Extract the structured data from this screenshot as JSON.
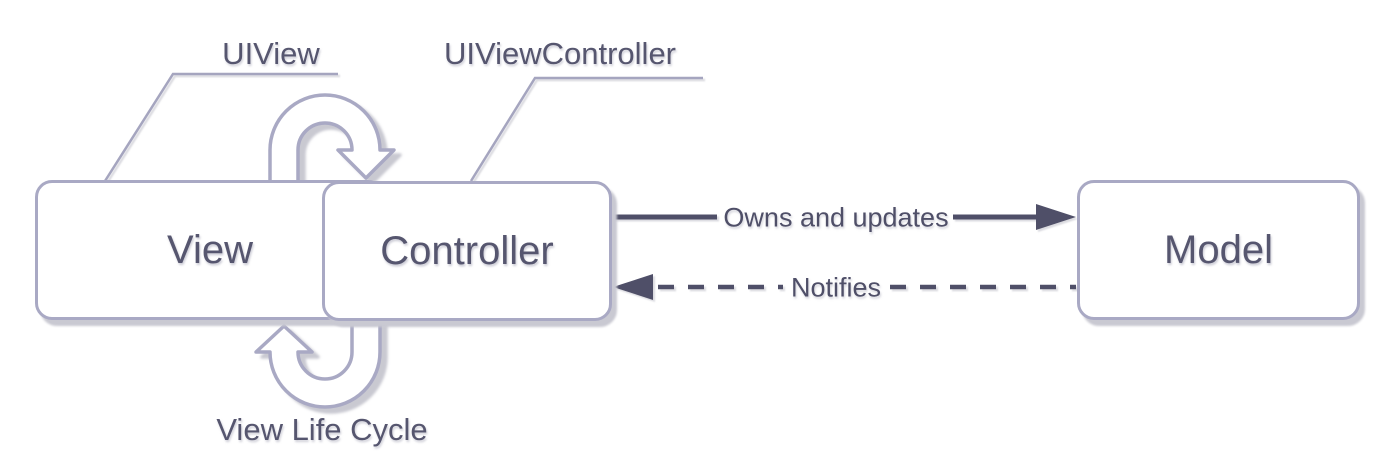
{
  "boxes": {
    "view": {
      "label": "View"
    },
    "controller": {
      "label": "Controller"
    },
    "model": {
      "label": "Model"
    }
  },
  "annotations": {
    "uiview": {
      "label": "UIView"
    },
    "uiviewcontroller": {
      "label": "UIViewController"
    },
    "lifecycle": {
      "label": "View Life Cycle"
    }
  },
  "arrows": {
    "owns": {
      "label": "Owns and updates",
      "style": "solid",
      "from": "Controller",
      "to": "Model"
    },
    "notifies": {
      "label": "Notifies",
      "style": "dashed",
      "from": "Model",
      "to": "Controller"
    }
  },
  "colors": {
    "box_border": "#a9a9c4",
    "box_fill": "#ffffff",
    "label_text": "#56566f",
    "arrow_dark": "#4f4f68",
    "callout_line": "#a5a5bf",
    "shadow": "#c9c9d2",
    "background": "#ffffff"
  }
}
